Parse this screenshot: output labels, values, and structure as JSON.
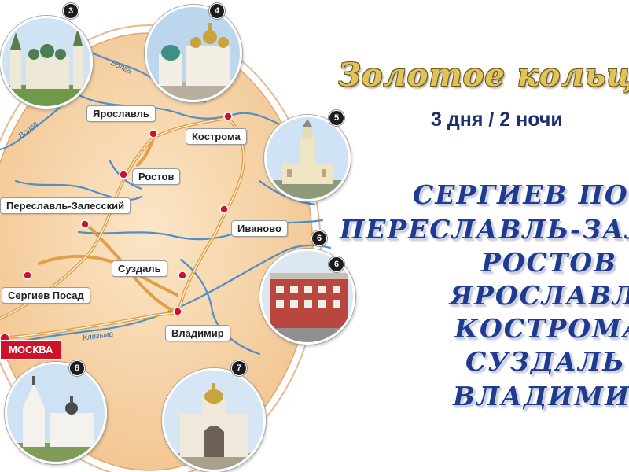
{
  "map": {
    "cities": [
      {
        "id": "yaroslavl",
        "name": "Ярославль"
      },
      {
        "id": "kostroma",
        "name": "Кострома"
      },
      {
        "id": "rostov",
        "name": "Ростов"
      },
      {
        "id": "pereslavl",
        "name": "Переславль-Залесский"
      },
      {
        "id": "ivanovo",
        "name": "Иваново"
      },
      {
        "id": "suzdal",
        "name": "Суздаль"
      },
      {
        "id": "sergiev",
        "name": "Сергиев Посад"
      },
      {
        "id": "vladimir",
        "name": "Владимир"
      }
    ],
    "capital": "МОСКВА",
    "rivers": [
      "Волга",
      "Волга",
      "Клязьма"
    ],
    "photo_badges": [
      "3",
      "4",
      "5",
      "6",
      "6",
      "7",
      "8"
    ],
    "colors": {
      "map_fill": "#f7d6ab",
      "road": "#e0a04a",
      "river": "#4f8fc7",
      "city_dot": "#d0112b",
      "capital": "#d0112b"
    }
  },
  "title": "Золотое кольцо Р",
  "duration": "3 дня / 2 ночи",
  "route_list": [
    "СЕРГИЕВ ПОС",
    "ПЕРЕСЛАВЛЬ-ЗАЛЕ",
    "РОСТОВ",
    "ЯРОСЛАВЛЬ",
    "КОСТРОМА",
    "СУЗДАЛЬ",
    "ВЛАДИМИР"
  ]
}
